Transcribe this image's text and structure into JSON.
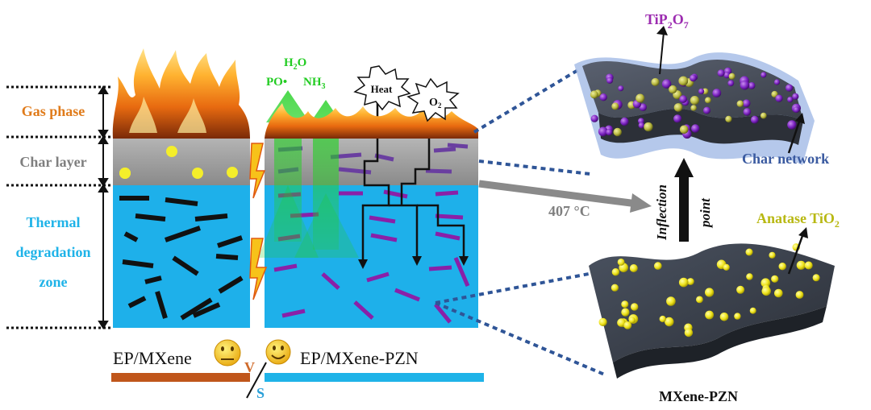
{
  "labels": {
    "gas_phase": "Gas phase",
    "char_layer": "Char layer",
    "thermal_1": "Thermal",
    "thermal_2": "degradation",
    "thermal_3": "zone",
    "ep_mxene": "EP/MXene",
    "ep_mxene_pzn": "EP/MXene-PZN",
    "vs_v": "V",
    "vs_s": "S",
    "h2o_main": "H",
    "h2o_sub": "2",
    "h2o_tail": "O",
    "po": "PO•",
    "nh3_main": "NH",
    "nh3_sub": "3",
    "heat": "Heat",
    "o2_main": "O",
    "o2_sub": "2",
    "temp": "407 °C",
    "inflection": "Inflection",
    "point": "point",
    "tip2o7_a": "TiP",
    "tip2o7_b": "2",
    "tip2o7_c": "O",
    "tip2o7_d": "7",
    "char_network": "Char network",
    "anatase": "Anatase TiO",
    "anatase_sub": "2",
    "mxene_pzn": "MXene-PZN"
  },
  "colors": {
    "gas_phase_text": "#e07b1a",
    "char_layer_text": "#7f7f7f",
    "thermal_text": "#1fb3e8",
    "blue_zone": "#1eb0ea",
    "char_grey": "#9a9a9a",
    "gas_green": "#22cc22",
    "purple": "#7a1fa2",
    "yellow": "#f2ea2a",
    "char_network_text": "#3a5aa0",
    "anatase_text": "#b8b812",
    "temp_text": "#7f7f7f",
    "bar_left": "#c0561b",
    "bar_right": "#1fb3e8",
    "dotted_link": "#2f5597",
    "vs_v": "#d06a2a",
    "vs_s": "#2aa0d8"
  },
  "icons": [
    "flame-icon",
    "neutral-face-icon",
    "smile-face-icon",
    "lightning-icon",
    "heat-burst-icon",
    "o2-burst-icon"
  ]
}
